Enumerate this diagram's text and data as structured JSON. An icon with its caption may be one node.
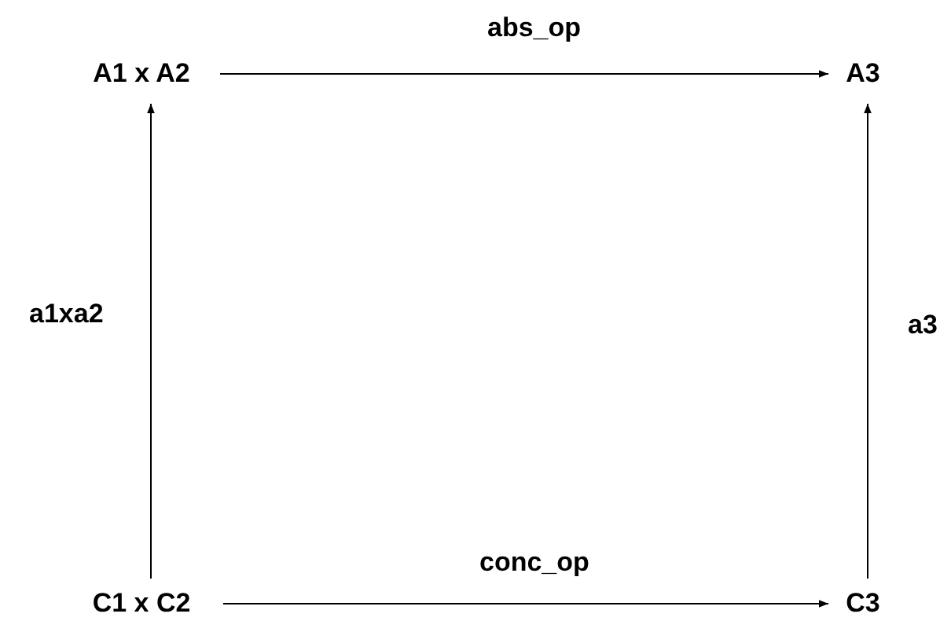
{
  "diagram": {
    "nodes": [
      {
        "text": [
          "A1 x A2"
        ]
      },
      {
        "text": [
          "A3"
        ]
      },
      {
        "text": [
          "C1 x C2"
        ]
      },
      {
        "text": [
          "C3"
        ]
      }
    ],
    "edges": [
      {
        "from": 0,
        "to": 1,
        "arrow": "to",
        "label": "abs_op"
      },
      {
        "from": 2,
        "to": 0,
        "arrow": "to",
        "label": "a1xa2"
      },
      {
        "from": 2,
        "to": 3,
        "arrow": "to",
        "label": "conc_op"
      },
      {
        "from": 3,
        "to": 1,
        "arrow": "to",
        "label": "a3"
      }
    ]
  }
}
